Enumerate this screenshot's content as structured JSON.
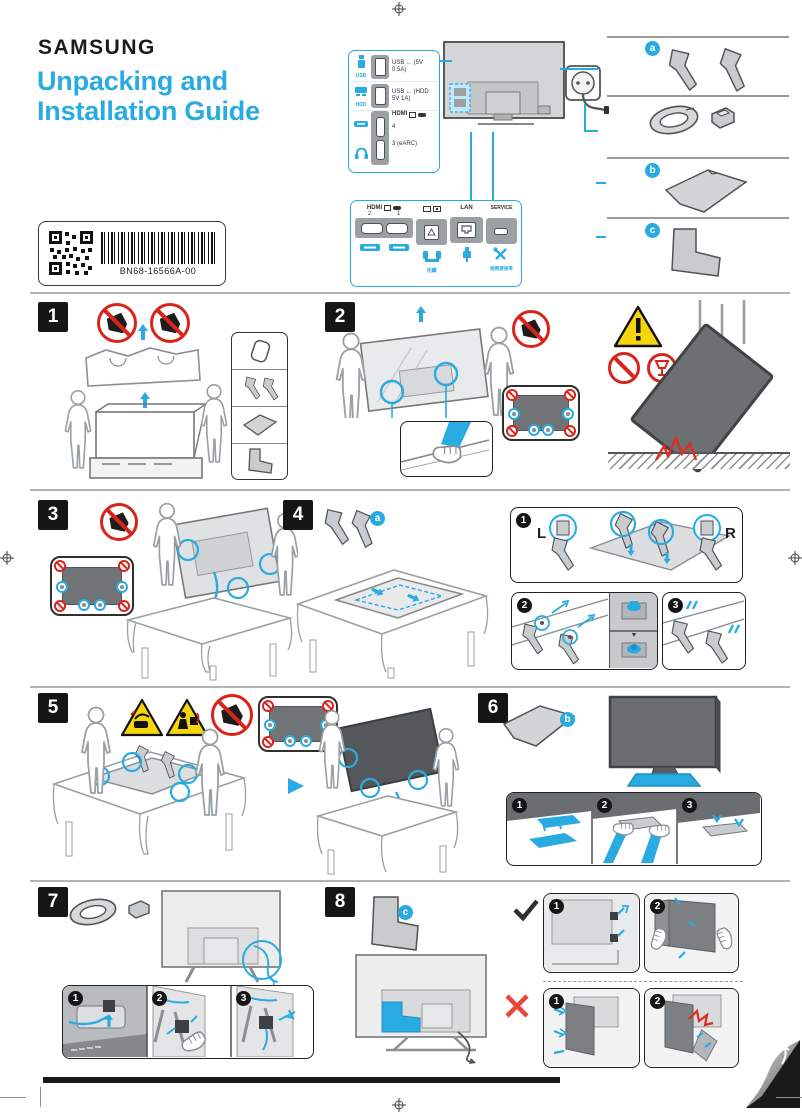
{
  "page": {
    "brand": "SAMSUNG",
    "title_line1": "Unpacking and",
    "title_line2": "Installation Guide",
    "part_number": "BN68-16566A-00"
  },
  "colors": {
    "accent": "#29ABE2",
    "prohibit_red": "#D8251C",
    "warning_yellow": "#F6D60A",
    "error_red": "#E8453C"
  },
  "side_panel": {
    "usb_label": "USB",
    "usb_text": "USB ← (5V 0.5A)",
    "hdd_label": "HDD",
    "hdd_text": "USB ← (HDD 5V 1A)",
    "hdmi_label": "HDMI",
    "port4": "4",
    "port3": "3 (eARC)"
  },
  "bottom_panel": {
    "hdmi_label": "HDMI",
    "port2": "2",
    "port1": "1",
    "optical_caption": "光纖",
    "lan_label": "LAN",
    "service_label": "SERVICE",
    "service_caption": "服務連接埠"
  },
  "parts": {
    "a": "a",
    "b": "b",
    "c": "c"
  },
  "steps": {
    "s1": "1",
    "s2": "2",
    "s3": "3",
    "s4": "4",
    "s5": "5",
    "s6": "6",
    "s7": "7",
    "s8": "8"
  },
  "substeps": {
    "n1": "1",
    "n2": "2",
    "n3": "3"
  },
  "stand_marks": {
    "left": "L",
    "right": "R"
  },
  "icons": {
    "usb": "usb-device-icon",
    "hdd": "hdd-icon",
    "gamepad": "gamepad-icon",
    "soundbar": "soundbar-icon",
    "optical": "optical-audio-icon",
    "lan_plug": "ethernet-plug-icon",
    "service_tools": "service-tools-icon",
    "warning": "warning-triangle-icon",
    "prohibited": "prohibition-icon",
    "fragile": "fragile-glass-icon",
    "check": "check-icon",
    "cross": "cross-icon",
    "qr": "qr-code",
    "barcode": "barcode",
    "page_curl": "page-curl-icon",
    "registration": "registration-crosshair-icon"
  }
}
